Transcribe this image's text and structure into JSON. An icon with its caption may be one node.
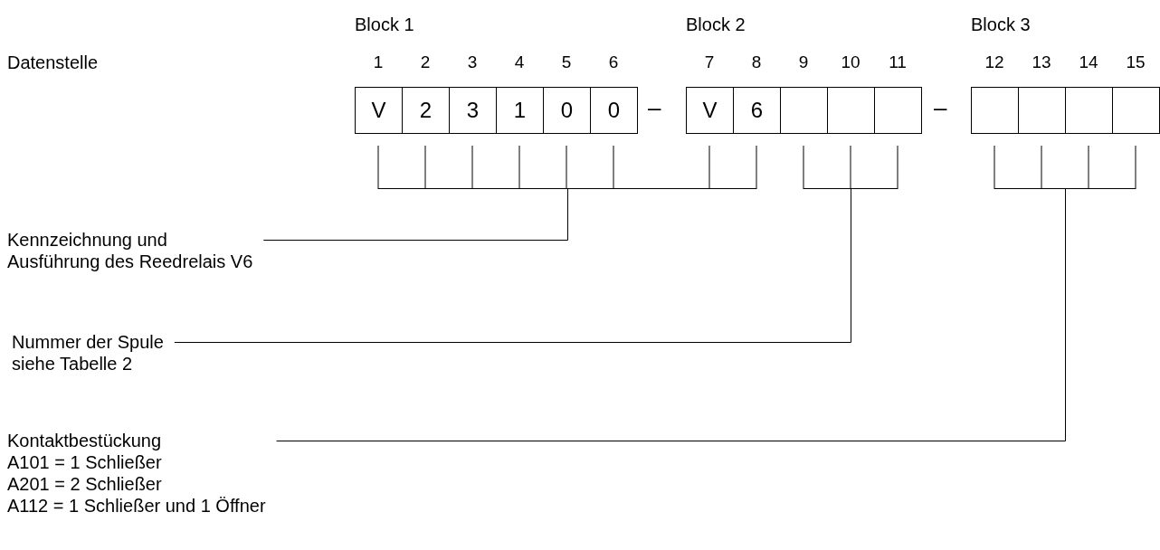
{
  "diagram": {
    "nodes": [
      {
        "text": [
          "V"
        ],
        "beside": [
          "1"
        ]
      },
      {
        "text": [
          "2"
        ],
        "beside": [
          "2"
        ]
      },
      {
        "text": [
          "3"
        ],
        "beside": [
          "3"
        ]
      },
      {
        "text": [
          "1"
        ],
        "beside": [
          "4"
        ]
      },
      {
        "text": [
          "0"
        ],
        "beside": [
          "5"
        ]
      },
      {
        "text": [
          "0"
        ],
        "beside": [
          "6"
        ]
      },
      {
        "text": [
          "V"
        ],
        "beside": [
          "7"
        ]
      },
      {
        "text": [
          "6"
        ],
        "beside": [
          "8"
        ]
      },
      {
        "text": [],
        "shape": "box",
        "beside": [
          "9"
        ]
      },
      {
        "text": [],
        "shape": "box",
        "beside": [
          "10"
        ]
      },
      {
        "text": [],
        "shape": "box",
        "beside": [
          "11"
        ]
      },
      {
        "text": [],
        "shape": "box",
        "beside": [
          "12"
        ]
      },
      {
        "text": [],
        "shape": "box",
        "beside": [
          "13"
        ]
      },
      {
        "text": [],
        "shape": "box",
        "beside": [
          "14"
        ]
      },
      {
        "text": [],
        "shape": "box",
        "beside": [
          "15"
        ]
      },
      {
        "text": [],
        "shape": "bracket"
      },
      {
        "text": [],
        "shape": "bracket"
      },
      {
        "text": [],
        "shape": "bracket"
      },
      {
        "text": [
          "Kennzeichnung und",
          "Ausführung des Reedrelais V6"
        ]
      },
      {
        "text": [
          "Nummer der Spule",
          "siehe Tabelle 2"
        ]
      },
      {
        "text": [
          "Kontaktbestückung",
          "A101 = 1 Schließer",
          "A201 = 2 Schließer",
          "A112 = 1 Schließer und 1 Öffner"
        ]
      }
    ],
    "edges": [
      {
        "from": 18,
        "to": 15,
        "arrow": "none"
      },
      {
        "from": 19,
        "to": 16,
        "arrow": "none"
      },
      {
        "from": 20,
        "to": 17,
        "arrow": "none"
      }
    ],
    "labels": [
      "Block 1",
      "Block 2",
      "Block 3",
      "Datenstelle",
      "–",
      "–"
    ]
  }
}
